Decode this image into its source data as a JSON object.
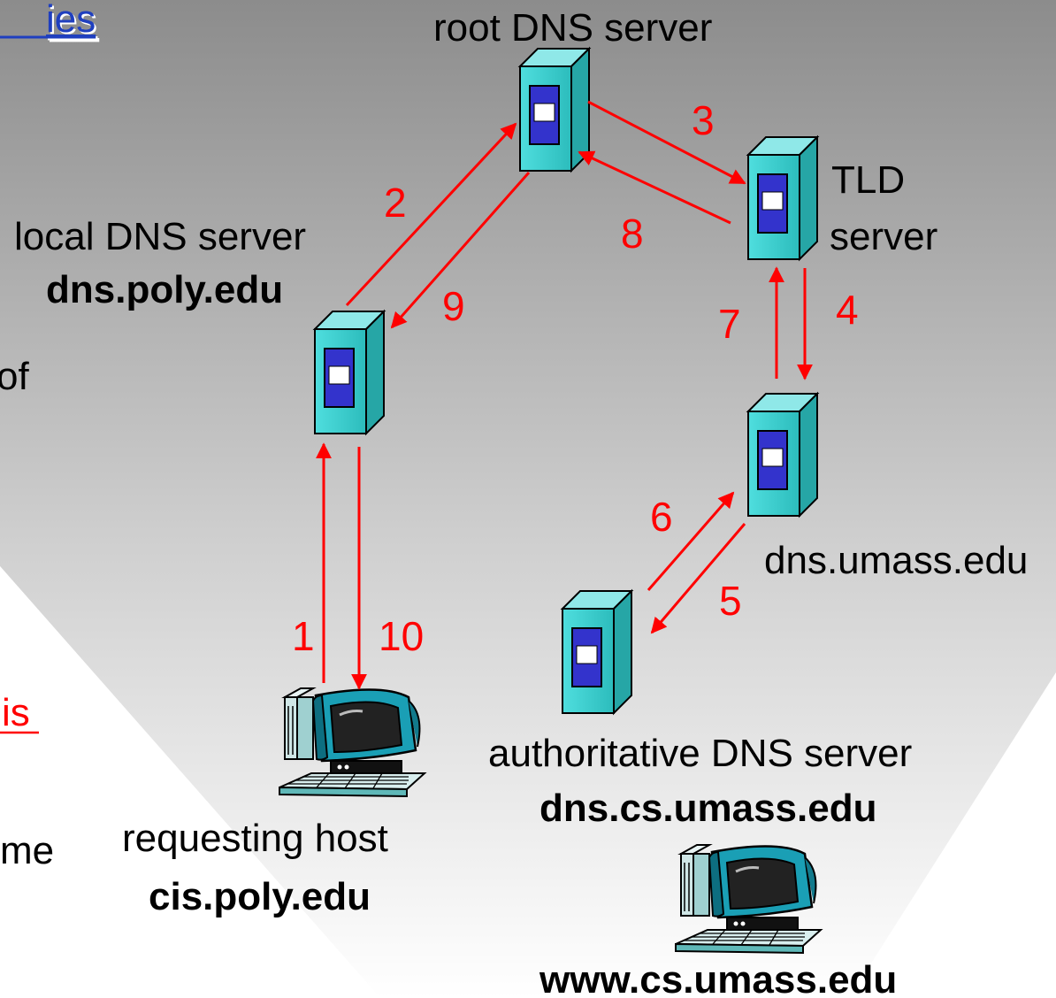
{
  "fragments": {
    "title_tail": "ies",
    "of": "of",
    "is": "is",
    "me": "me"
  },
  "servers": {
    "root": {
      "label": "root DNS server"
    },
    "tld": {
      "label_line1": "TLD",
      "label_line2": "server"
    },
    "local": {
      "label": "local DNS server",
      "host": "dns.poly.edu"
    },
    "umass": {
      "label": "dns.umass.edu"
    },
    "authoritative": {
      "label": "authoritative DNS server",
      "host": "dns.cs.umass.edu"
    }
  },
  "hosts": {
    "requesting": {
      "label": "requesting host",
      "host": "cis.poly.edu"
    },
    "target": {
      "host": "www.cs.umass.edu"
    }
  },
  "steps": [
    "1",
    "2",
    "3",
    "4",
    "5",
    "6",
    "7",
    "8",
    "9",
    "10"
  ],
  "colors": {
    "arrow": "#ff0000",
    "server_front": "#33cccc",
    "server_side": "#29a3a3",
    "server_panel": "#3333cc",
    "link_fragment": "#1f3fbf"
  }
}
